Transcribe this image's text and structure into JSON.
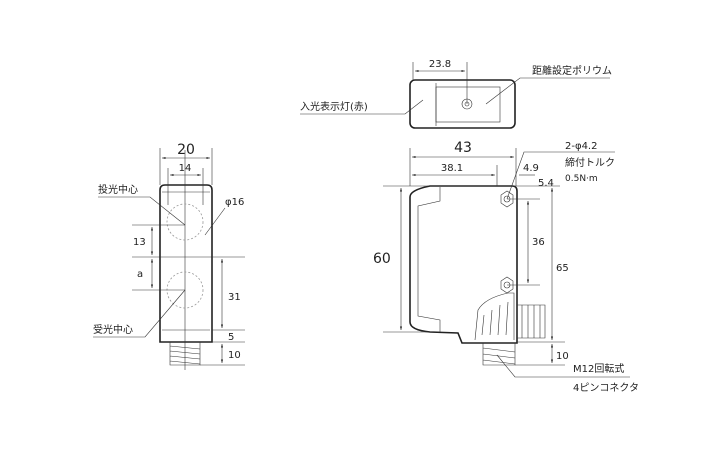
{
  "left_view": {
    "width_dim": "20",
    "inner_dim": "14",
    "lens_dia": "φ16",
    "dim_13": "13",
    "dim_a": "a",
    "dim_31": "31",
    "dim_5": "5",
    "dim_10": "10",
    "emitter_center": "投光中心",
    "receiver_center": "受光中心"
  },
  "top_view": {
    "dim_23_8": "23.8",
    "distance_pot": "距離設定ポリウム",
    "indicator": "入光表示灯(赤)"
  },
  "front_view": {
    "width_dim": "43",
    "dim_38_1": "38.1",
    "dim_4_9": "4.9",
    "dim_5_4": "5.4",
    "height_dim": "60",
    "dim_36": "36",
    "dim_65": "65",
    "dim_10": "10",
    "holes": "2-φ4.2",
    "torque_label": "締付トルク",
    "torque_value": "0.5N·m",
    "connector_type": "M12回転式",
    "connector_pins": "4ピンコネクタ"
  }
}
